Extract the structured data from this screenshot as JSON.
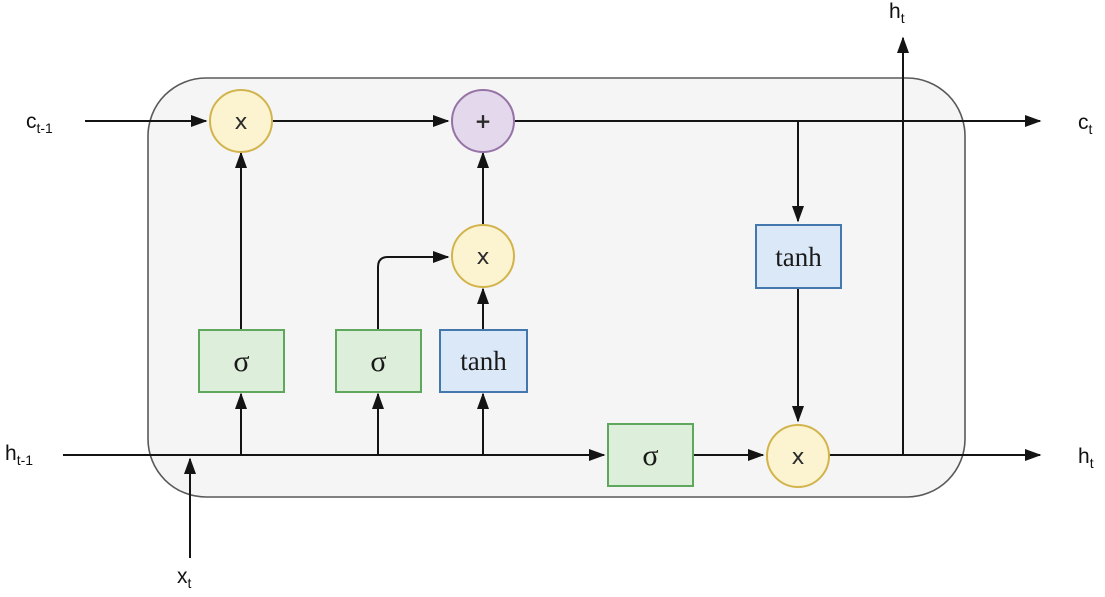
{
  "io": {
    "c_prev": {
      "base": "c",
      "sub": "t-1"
    },
    "h_prev": {
      "base": "h",
      "sub": "t-1"
    },
    "x_in": {
      "base": "x",
      "sub": "t"
    },
    "c_out": {
      "base": "c",
      "sub": "t"
    },
    "h_out_top": {
      "base": "h",
      "sub": "t"
    },
    "h_out_right": {
      "base": "h",
      "sub": "t"
    }
  },
  "nodes": {
    "forget_multiply": {
      "label": "x"
    },
    "cell_add": {
      "label": "+"
    },
    "input_multiply": {
      "label": "x"
    },
    "output_multiply": {
      "label": "x"
    },
    "forget_sigmoid": {
      "label": "σ"
    },
    "input_sigmoid": {
      "label": "σ"
    },
    "output_sigmoid": {
      "label": "σ"
    },
    "candidate_tanh": {
      "label": "tanh"
    },
    "output_tanh": {
      "label": "tanh"
    }
  },
  "colors": {
    "multiply_fill": "#FCF3D1",
    "multiply_stroke": "#D2B44C",
    "add_fill": "#E4D8EC",
    "add_stroke": "#9673A6",
    "sigmoid_fill": "#DDEEDA",
    "sigmoid_stroke": "#5FA75C",
    "tanh_fill": "#DBE8F7",
    "tanh_stroke": "#4377AE",
    "container_fill": "#F5F5F5",
    "container_stroke": "#595959",
    "line": "#141414"
  }
}
